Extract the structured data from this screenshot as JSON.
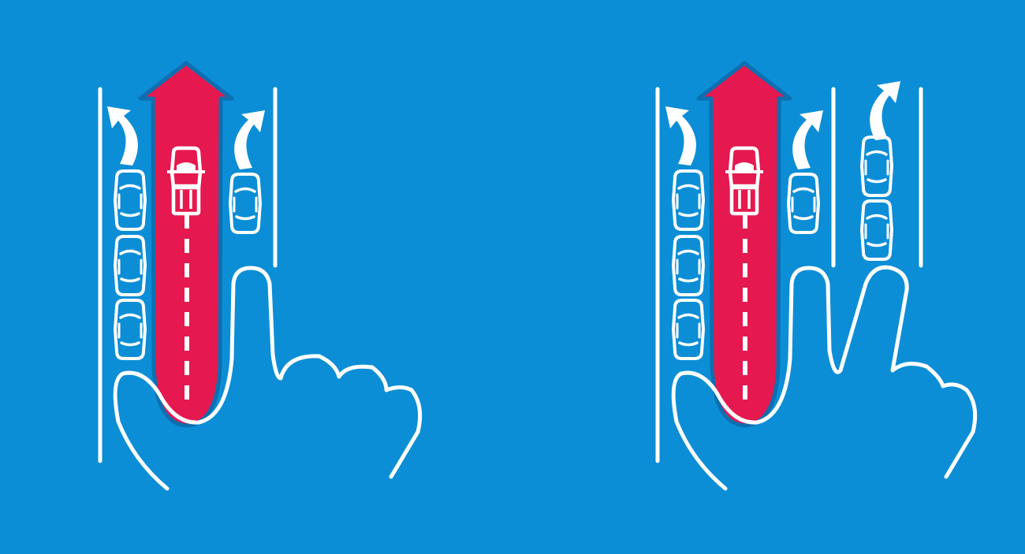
{
  "colors": {
    "background": "#0b8ed6",
    "emergency_arrow": "#e5194f",
    "line_art": "#ffffff"
  },
  "panels": [
    {
      "id": "one-finger",
      "gesture": "one-finger",
      "icons": [
        "road-edge-left",
        "road-edge-right",
        "emergency-lane-arrow",
        "fire-truck-icon",
        "yield-arrow-left-icon",
        "yield-arrow-right-icon",
        "car-icon",
        "hand-icon"
      ],
      "left_lane_cars": 3,
      "right_lane_cars": 1
    },
    {
      "id": "two-fingers",
      "gesture": "two-fingers",
      "icons": [
        "road-edge-left",
        "lane-divider",
        "road-edge-right",
        "emergency-lane-arrow",
        "fire-truck-icon",
        "yield-arrow-left-icon",
        "yield-arrow-right-icon",
        "car-icon",
        "hand-icon"
      ],
      "left_lane_cars": 3,
      "middle_lane_cars": 1,
      "right_lane_cars": 2
    }
  ]
}
